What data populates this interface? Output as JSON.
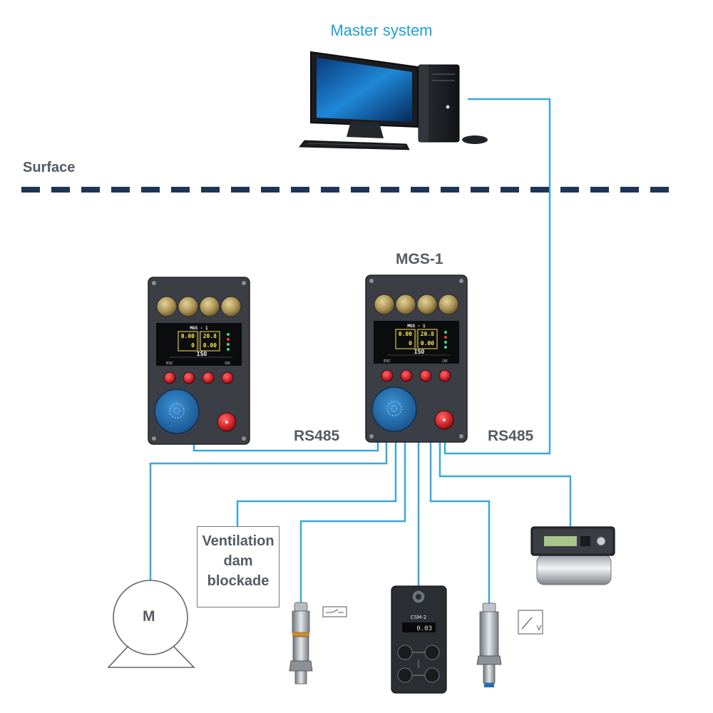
{
  "diagram": {
    "master_system_label": "Master system",
    "surface_label": "Surface",
    "mgs1_label": "MGS-1",
    "rs485_left_label": "RS485",
    "rs485_right_label": "RS485",
    "ventilation_box_lines": [
      "Ventilation",
      "dam",
      "blockade"
    ],
    "motor_label": "M"
  },
  "panel": {
    "screen_title": "MGS - 1",
    "values_left": [
      "0.00",
      "0"
    ],
    "values_right": [
      "20.8",
      "0.00"
    ],
    "logo": "ISO",
    "esc_label": "ESC",
    "ok_label": "OK"
  },
  "csm2": {
    "title": "CSM-2",
    "reading": "0.03"
  },
  "colors": {
    "cable": "#3aa8dc",
    "master_label": "#1ea0d6",
    "surface_dash": "#1d3557",
    "label_gray": "#555b63",
    "panel_body": "#3b3f45",
    "knob_brass": "#b09a62",
    "button_red": "#d2262d",
    "connector_blue": "#1f6fb5"
  },
  "icons": [
    "desktop-computer-icon",
    "motor-icon",
    "switch-contact-icon",
    "analog-output-icon"
  ]
}
